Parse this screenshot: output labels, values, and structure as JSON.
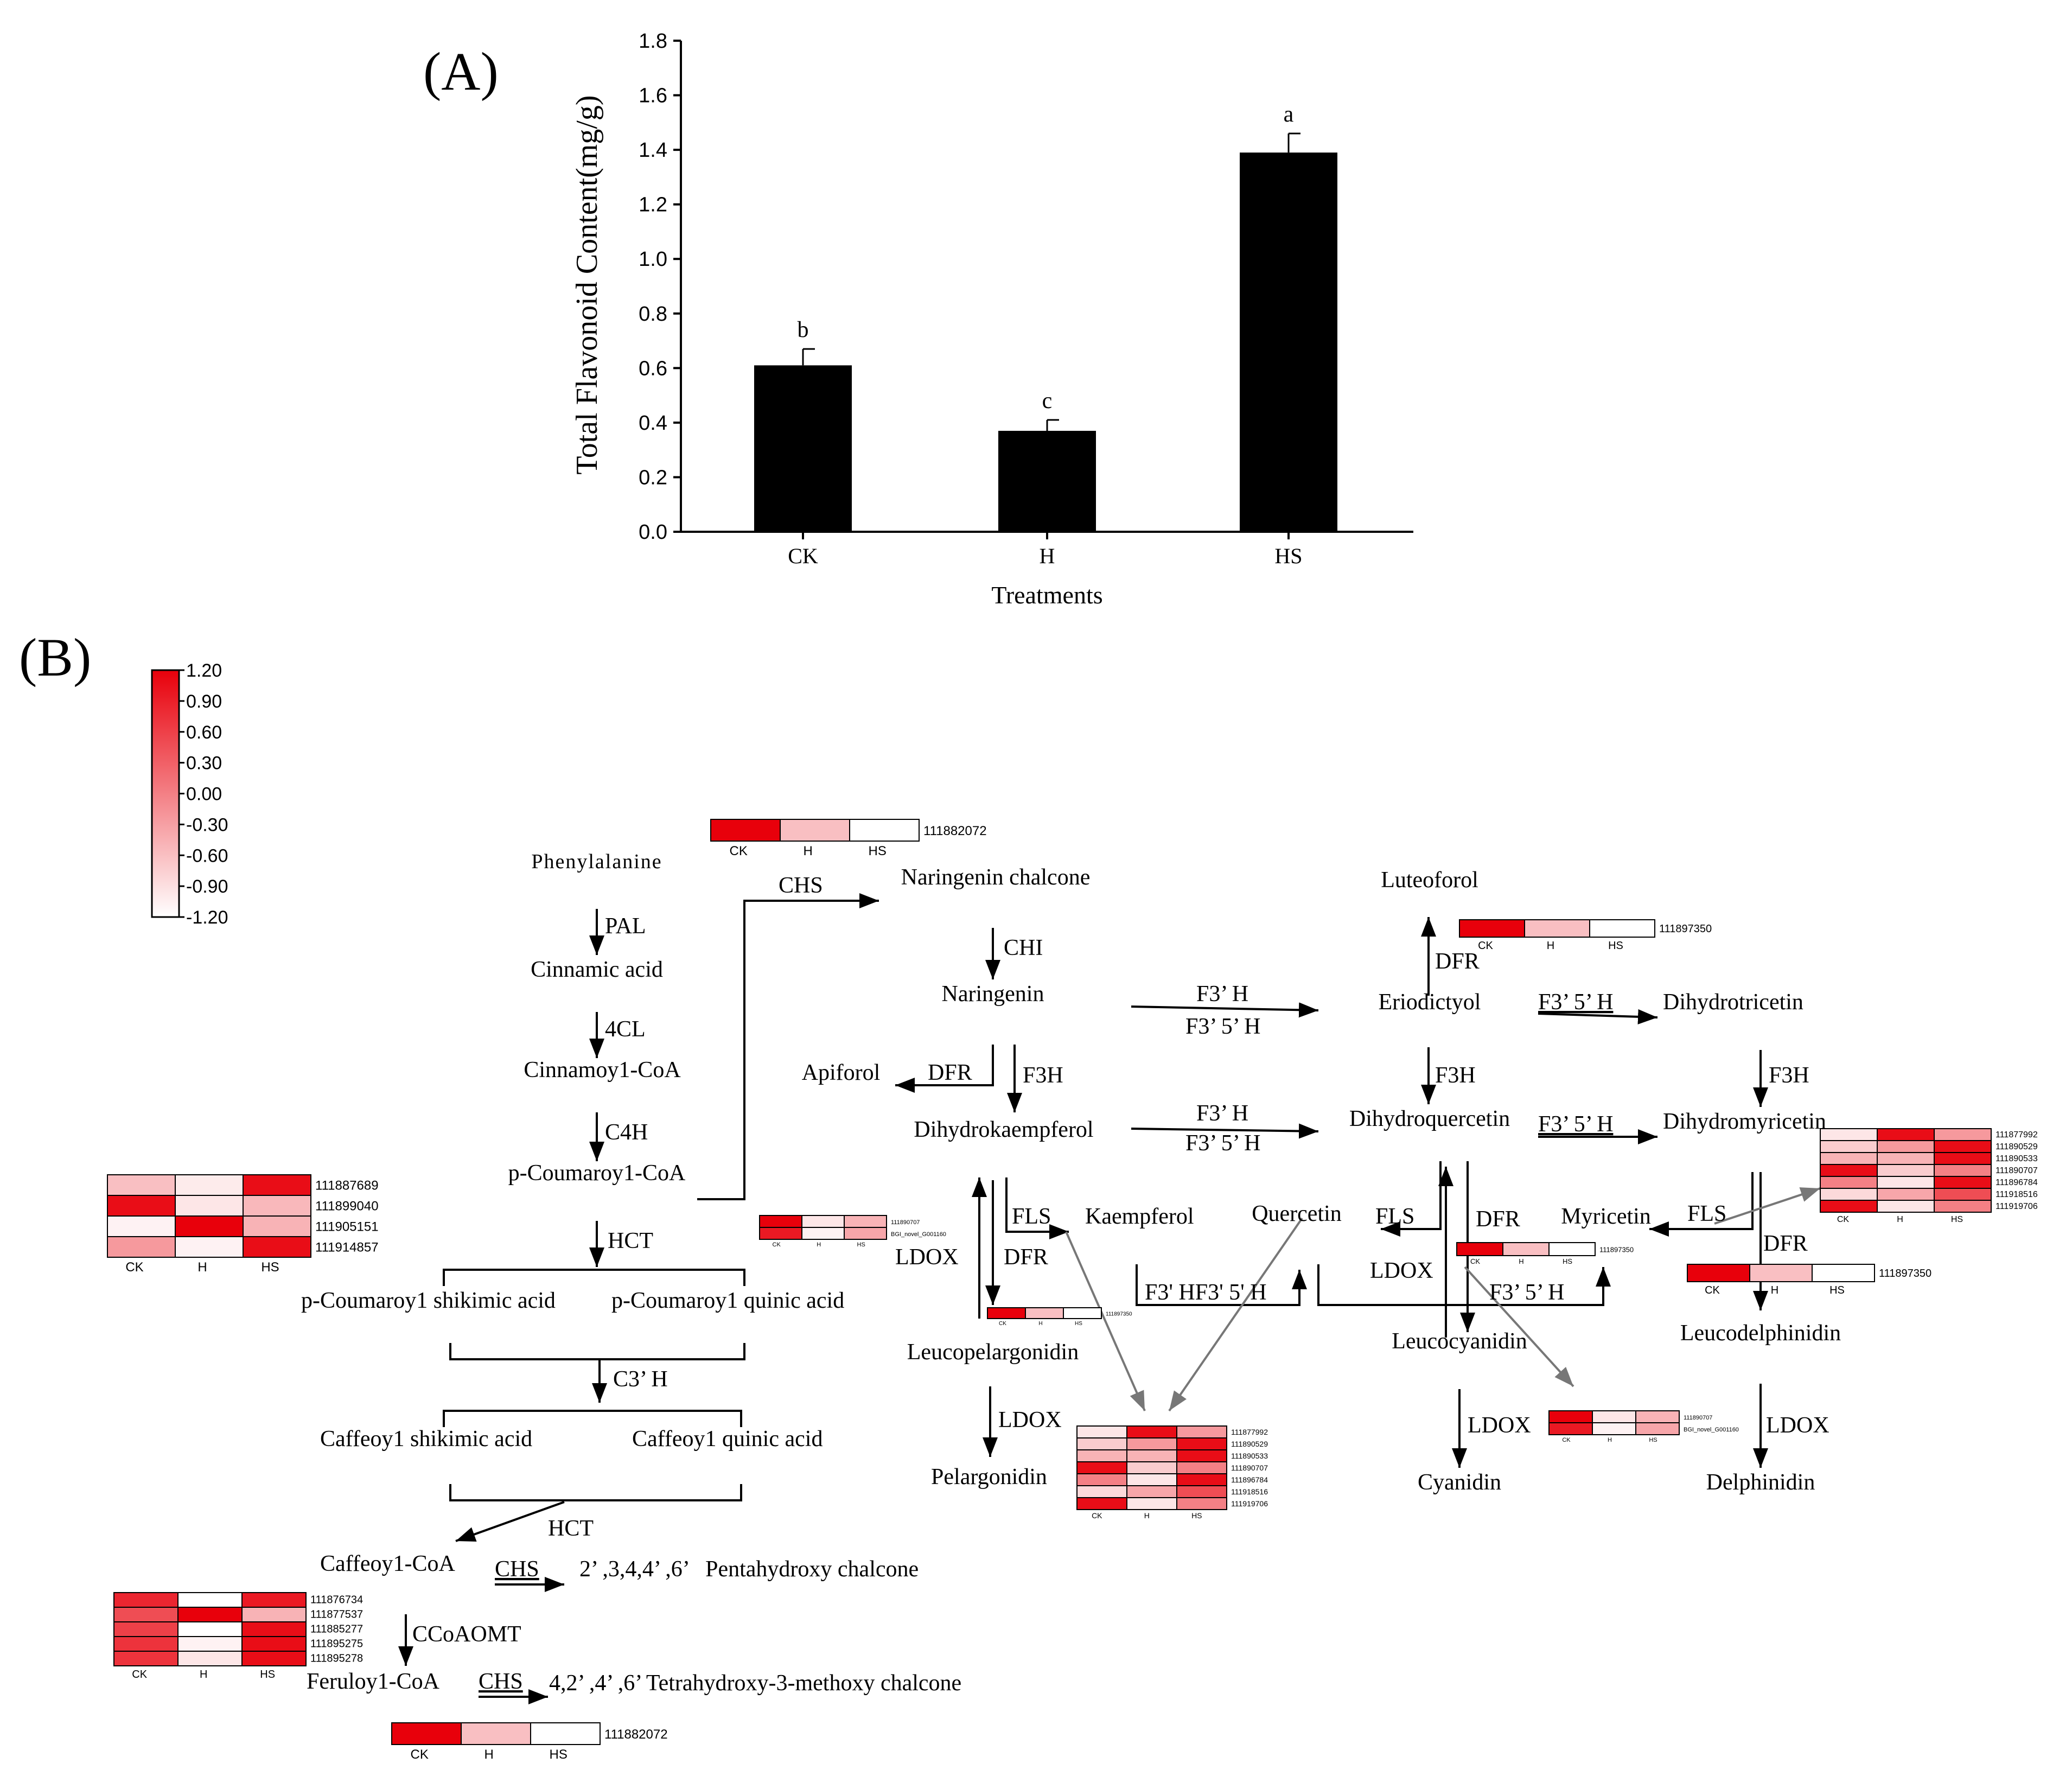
{
  "panel_a": {
    "label": "(A)"
  },
  "panel_b": {
    "label": "(B)"
  },
  "chart_data": {
    "type": "bar",
    "title": "",
    "xlabel": "Treatments",
    "ylabel": "Total Flavonoid Content(mg/g)",
    "categories": [
      "CK",
      "H",
      "HS"
    ],
    "values": [
      0.61,
      0.37,
      1.39
    ],
    "errors": [
      0.06,
      0.04,
      0.07
    ],
    "significance": [
      "b",
      "c",
      "a"
    ],
    "ylim": [
      0.0,
      1.8
    ],
    "yticks": [
      "0.0",
      "0.2",
      "0.4",
      "0.6",
      "0.8",
      "1.0",
      "1.2",
      "1.4",
      "1.6",
      "1.8"
    ],
    "bar_color": "#000000",
    "grid": false
  },
  "colorbar": {
    "ticks": [
      "1.20",
      "0.90",
      "0.60",
      "0.30",
      "0.00",
      "-0.30",
      "-0.60",
      "-0.90",
      "-1.20"
    ],
    "color_high": "#e8000b",
    "color_low": "#ffffff"
  },
  "pathway": {
    "compounds": {
      "phenylalanine": "Phenylalanine",
      "cinnamic_acid": "Cinnamic acid",
      "cinnamoyl_coa": "Cinnamoy1-CoA",
      "p_coumaroyl_coa": "p-Coumaroy1-CoA",
      "p_coumaroyl_shikimic": "p-Coumaroy1 shikimic acid",
      "p_coumaroyl_quinic": "p-Coumaroy1 quinic acid",
      "caffeoyl_shikimic": "Caffeoy1 shikimic acid",
      "caffeoyl_quinic": "Caffeoy1 quinic acid",
      "caffeoyl_coa": "Caffeoy1-CoA",
      "pentahydroxy_chalcone": "2’ ,3,4,4’ ,6’   Pentahydroxy chalcone",
      "feruloyl_coa": "Feruloy1-CoA",
      "tetrahydroxy_chalcone": "4,2’ ,4’ ,6’ Tetrahydroxy-3-methoxy chalcone",
      "naringenin_chalcone": "Naringenin chalcone",
      "naringenin": "Naringenin",
      "apiforol": "Apiforol",
      "dihydrokaempferol": "Dihydrokaempferol",
      "kaempferol": "Kaempferol",
      "leucopelargonidin": "Leucopelargonidin",
      "pelargonidin": "Pelargonidin",
      "luteoforol": "Luteoforol",
      "eriodictyol": "Eriodictyol",
      "dihydrotricetin": "Dihydrotricetin",
      "dihydroquercetin": "Dihydroquercetin",
      "quercetin": "Quercetin",
      "leucocyanidin": "Leucocyanidin",
      "cyanidin": "Cyanidin",
      "dihydromyricetin": "Dihydromyricetin",
      "myricetin": "Myricetin",
      "leucodelphinidin": "Leucodelphinidin",
      "delphinidin": "Delphinidin"
    },
    "enzymes": {
      "pal": "PAL",
      "cl4": "4CL",
      "c4h": "C4H",
      "hct": "HCT",
      "c3h": "C3’ H",
      "hct2": "HCT",
      "chs": "CHS",
      "ccoaomt": "CCoAOMT",
      "chi": "CHI",
      "dfr": "DFR",
      "f3h": "F3H",
      "f3prime_h": "F3’ H",
      "f3prime5prime_h": "F3’ 5’ H",
      "fls": "FLS",
      "ldox": "LDOX",
      "f3hf35h": "F3' HF3' 5' H"
    },
    "heatmaps": {
      "col_labels": [
        "CK",
        "H",
        "HS"
      ],
      "hm_chs_top": {
        "genes": [
          "111882072"
        ],
        "vals": [
          [
            1.0,
            0.25,
            0.0
          ]
        ]
      },
      "hm_hct": {
        "genes": [
          "111887689",
          "111899040",
          "111905151",
          "111914857"
        ],
        "vals": [
          [
            0.25,
            0.08,
            0.95
          ],
          [
            0.95,
            0.1,
            0.28
          ],
          [
            0.05,
            1.0,
            0.3
          ],
          [
            0.4,
            0.05,
            0.95
          ]
        ]
      },
      "hm_ccoaomt": {
        "genes": [
          "111876734",
          "111877537",
          "111885277",
          "111895275",
          "111895278"
        ],
        "vals": [
          [
            0.85,
            0.0,
            0.9
          ],
          [
            0.7,
            1.0,
            0.3
          ],
          [
            0.75,
            0.0,
            0.95
          ],
          [
            0.8,
            0.05,
            0.95
          ],
          [
            0.8,
            0.1,
            0.95
          ]
        ]
      },
      "hm_chs_bottom": {
        "genes": [
          "111882072"
        ],
        "vals": [
          [
            1.0,
            0.25,
            0.0
          ]
        ]
      },
      "hm_ldox_small": {
        "genes": [
          "111890707",
          "BGI_novel_G001160"
        ],
        "vals": [
          [
            1.0,
            0.1,
            0.3
          ],
          [
            0.9,
            0.05,
            0.35
          ]
        ]
      },
      "hm_dfr_small": {
        "genes": [
          "111897350"
        ],
        "vals": [
          [
            1.0,
            0.25,
            0.0
          ]
        ]
      },
      "hm_fls_center": {
        "genes": [
          "111877992",
          "111890529",
          "111890533",
          "111890707",
          "111896784",
          "111918516",
          "111919706"
        ],
        "vals": [
          [
            0.1,
            0.95,
            0.4
          ],
          [
            0.2,
            0.4,
            0.95
          ],
          [
            0.3,
            0.3,
            0.95
          ],
          [
            0.95,
            0.2,
            0.5
          ],
          [
            0.5,
            0.1,
            0.95
          ],
          [
            0.15,
            0.35,
            0.7
          ],
          [
            0.95,
            0.1,
            0.5
          ]
        ]
      },
      "hm_dfr_top": {
        "genes": [
          "111897350"
        ],
        "vals": [
          [
            1.0,
            0.25,
            0.0
          ]
        ]
      },
      "hm_dfr_mid": {
        "genes": [
          "111897350"
        ],
        "vals": [
          [
            1.0,
            0.25,
            0.0
          ]
        ]
      },
      "hm_fls_right": {
        "genes": [
          "111877992",
          "111890529",
          "111890533",
          "111890707",
          "111896784",
          "111918516",
          "111919706"
        ],
        "vals": [
          [
            0.1,
            0.95,
            0.4
          ],
          [
            0.2,
            0.4,
            0.95
          ],
          [
            0.3,
            0.3,
            0.95
          ],
          [
            0.95,
            0.2,
            0.5
          ],
          [
            0.5,
            0.1,
            0.95
          ],
          [
            0.15,
            0.35,
            0.7
          ],
          [
            0.95,
            0.1,
            0.5
          ]
        ]
      },
      "hm_dfr_right": {
        "genes": [
          "111897350"
        ],
        "vals": [
          [
            1.0,
            0.25,
            0.0
          ]
        ]
      },
      "hm_ldox_right": {
        "genes": [
          "111890707",
          "BGI_novel_G001160"
        ],
        "vals": [
          [
            1.0,
            0.1,
            0.3
          ],
          [
            0.9,
            0.05,
            0.35
          ]
        ]
      }
    }
  }
}
